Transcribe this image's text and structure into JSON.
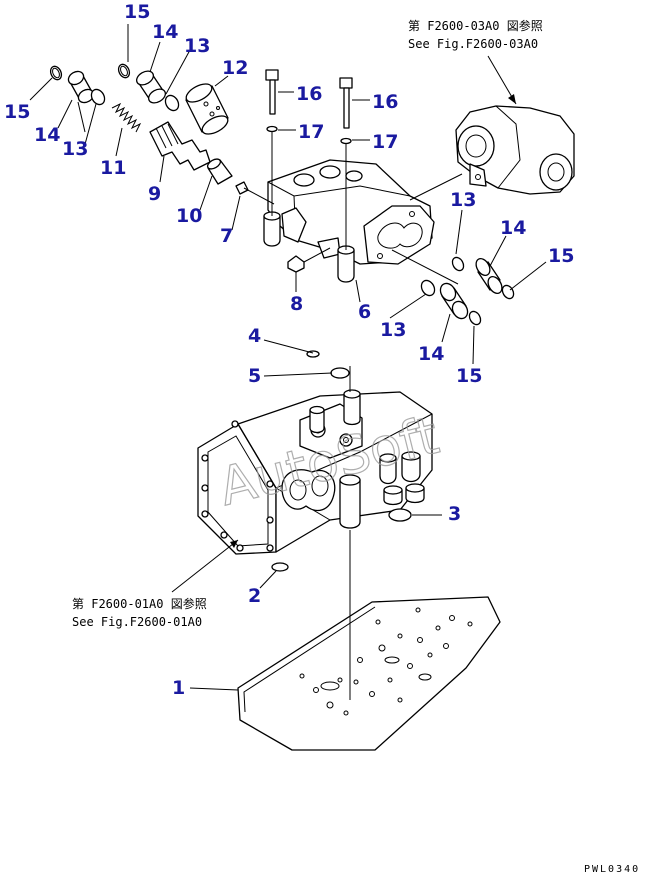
{
  "diagram": {
    "callouts": {
      "c1": "1",
      "c2": "2",
      "c3": "3",
      "c4": "4",
      "c5": "5",
      "c6": "6",
      "c7": "7",
      "c8": "8",
      "c9": "9",
      "c10": "10",
      "c11": "11",
      "c12": "12",
      "c13a": "13",
      "c13b": "13",
      "c13c": "13",
      "c13d": "13",
      "c14a": "14",
      "c14b": "14",
      "c14c": "14",
      "c14d": "14",
      "c15a": "15",
      "c15b": "15",
      "c15c": "15",
      "c15d": "15",
      "c16a": "16",
      "c16b": "16",
      "c17a": "17",
      "c17b": "17"
    },
    "ref_top_jp": "第 F2600-03A0 図参照",
    "ref_top_en": "See Fig.F2600-03A0",
    "ref_mid_jp": "第 F2600-01A0 図参照",
    "ref_mid_en": "See Fig.F2600-01A0",
    "watermark": "AutoSoft",
    "drawing_code": "PWL0340"
  }
}
